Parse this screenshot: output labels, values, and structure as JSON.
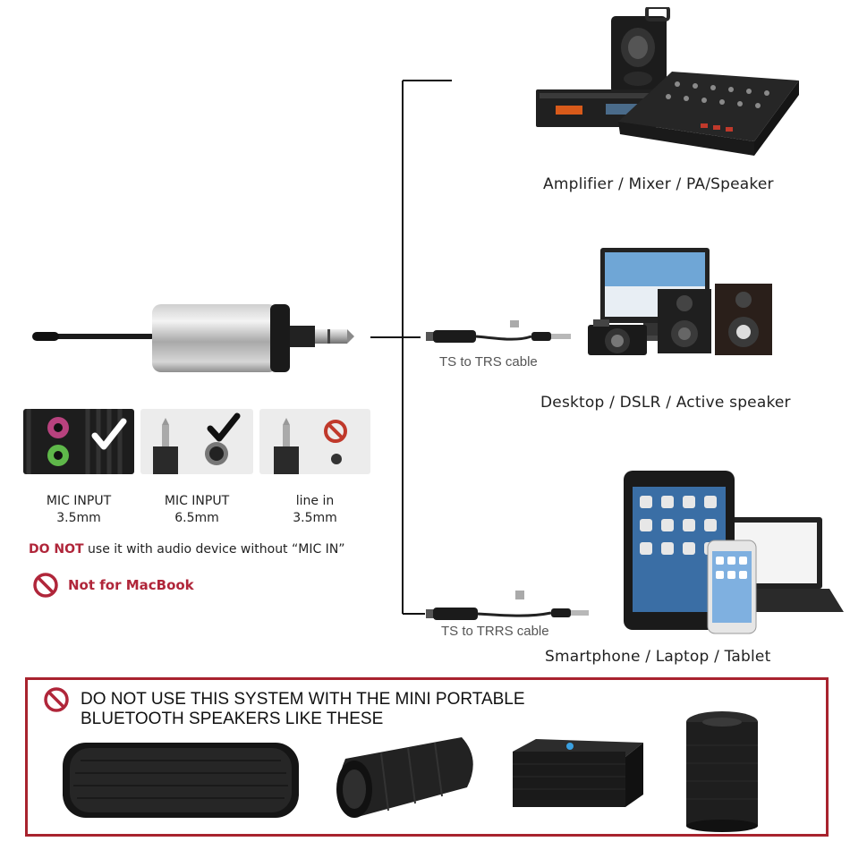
{
  "targets": {
    "amplifier": "Amplifier / Mixer / PA/Speaker",
    "desktop": "Desktop / DSLR / Active speaker",
    "smartphone": "Smartphone / Laptop / Tablet"
  },
  "cables": {
    "ts_trs": "TS to TRS cable",
    "ts_trrs": "TS to TRRS cable"
  },
  "inputs": [
    {
      "line1": "MIC INPUT",
      "line2": "3.5mm",
      "status": "ok"
    },
    {
      "line1": "MIC INPUT",
      "line2": "6.5mm",
      "status": "ok"
    },
    {
      "line1": "line in",
      "line2": "3.5mm",
      "status": "no"
    }
  ],
  "notes": {
    "donot_bold": "DO NOT",
    "donot_rest": " use it with audio device without “MIC IN”",
    "not_macbook": "Not for MacBook"
  },
  "warning": {
    "line1": "DO NOT USE THIS SYSTEM WITH THE MINI PORTABLE",
    "line2": "BLUETOOTH SPEAKERS LIKE THESE"
  },
  "colors": {
    "warning_red": "#b0263a",
    "frame_red": "#a8232e",
    "check_ok": "#111111"
  },
  "icons": [
    "receiver",
    "amplifier-mixer",
    "desktop-speakers-camera",
    "tablet-laptop-phone",
    "bluetooth-speakers"
  ]
}
